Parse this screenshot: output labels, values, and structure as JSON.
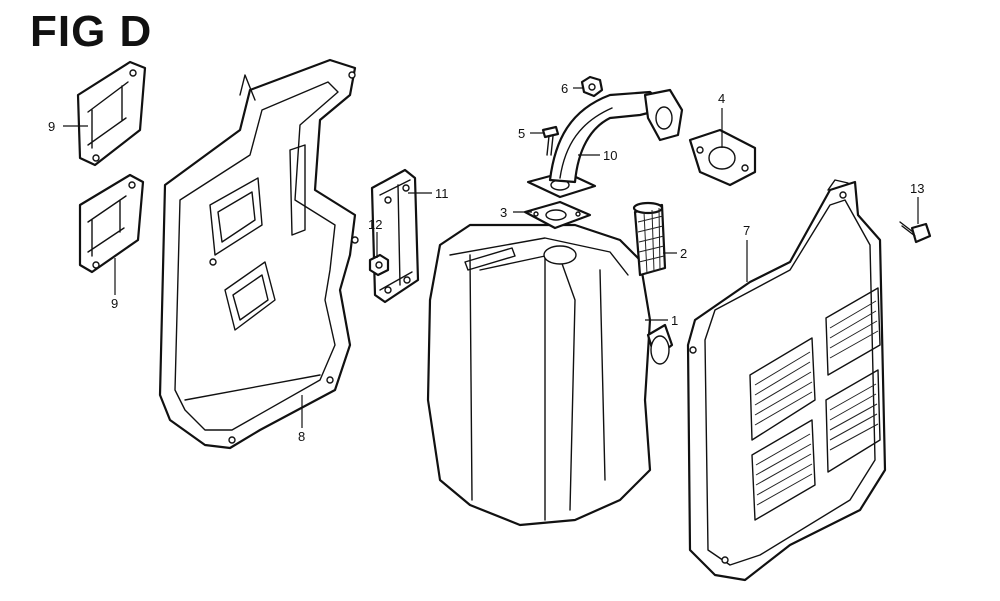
{
  "title": "FIG D",
  "callouts": [
    {
      "id": "1",
      "label": "1"
    },
    {
      "id": "2",
      "label": "2"
    },
    {
      "id": "3",
      "label": "3"
    },
    {
      "id": "4",
      "label": "4"
    },
    {
      "id": "5",
      "label": "5"
    },
    {
      "id": "6",
      "label": "6"
    },
    {
      "id": "7",
      "label": "7"
    },
    {
      "id": "8",
      "label": "8"
    },
    {
      "id": "9a",
      "label": "9"
    },
    {
      "id": "9b",
      "label": "9"
    },
    {
      "id": "10",
      "label": "10"
    },
    {
      "id": "11",
      "label": "11"
    },
    {
      "id": "12",
      "label": "12"
    },
    {
      "id": "13",
      "label": "13"
    }
  ]
}
